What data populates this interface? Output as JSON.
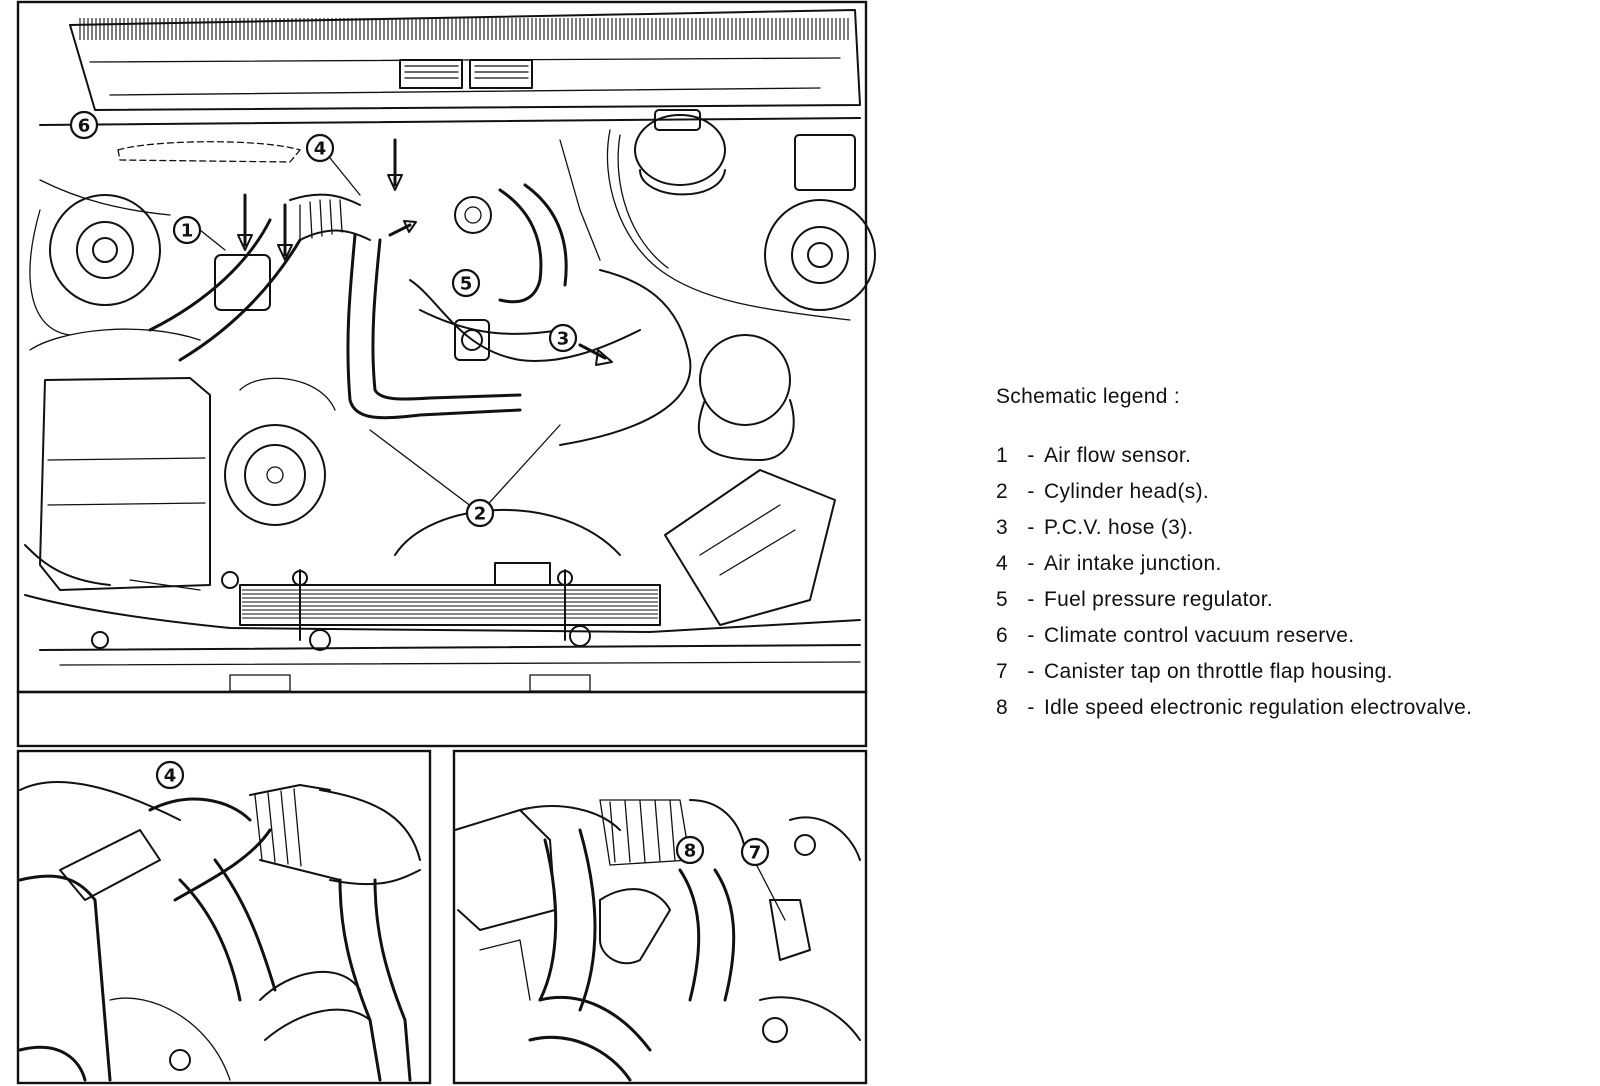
{
  "figure": {
    "callouts": {
      "main": [
        "1",
        "2",
        "3",
        "4",
        "5",
        "6"
      ],
      "inset_left": [
        "4"
      ],
      "inset_right": [
        "8",
        "7"
      ]
    }
  },
  "legend": {
    "title": "Schematic legend :",
    "items": [
      {
        "number": "1",
        "text": "Air flow sensor."
      },
      {
        "number": "2",
        "text": "Cylinder head(s)."
      },
      {
        "number": "3",
        "text": "P.C.V. hose (3)."
      },
      {
        "number": "4",
        "text": "Air intake junction."
      },
      {
        "number": "5",
        "text": "Fuel pressure regulator."
      },
      {
        "number": "6",
        "text": "Climate control vacuum reserve."
      },
      {
        "number": "7",
        "text": "Canister tap on throttle flap housing."
      },
      {
        "number": "8",
        "text": "Idle speed electronic regulation electrovalve."
      }
    ]
  }
}
